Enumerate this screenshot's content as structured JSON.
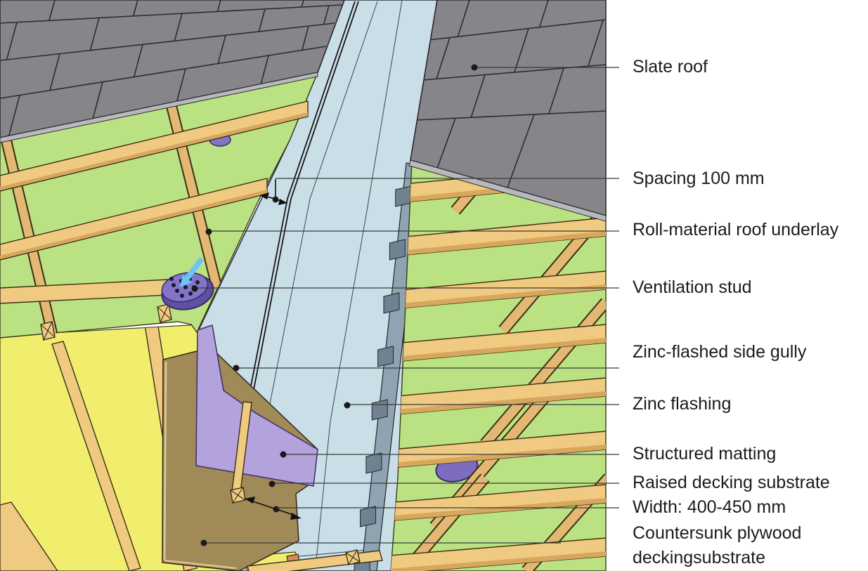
{
  "labels": {
    "slate_roof": "Slate roof",
    "spacing": "Spacing 100 mm",
    "underlay": "Roll-material roof underlay",
    "ventilation_stud": "Ventilation stud",
    "side_gully": "Zinc-flashed side gully",
    "zinc_flashing": "Zinc flashing",
    "structured_matting": "Structured matting",
    "raised_decking": "Raised decking substrate",
    "gully_width": "Width: 400-450 mm",
    "countersunk": "Countersunk plywood deckingsubstrate"
  },
  "dimensions": {
    "batten_spacing_mm": "100",
    "gully_width_mm": "400-450"
  },
  "colors": {
    "slate": "#86868a",
    "slate_edge": "#b9b9bd",
    "underlay_green": "#bbe282",
    "deck_yellow": "#f1ee6e",
    "batten_wood": "#f0ca80",
    "batten_side": "#d8a75e",
    "counter_batten": "#e3b873",
    "zinc_blue": "#cadee8",
    "gully_strip": "#8fa3b2",
    "batten_end": "#6e8292",
    "matting_purple": "#b4a2dc",
    "plywood_brown": "#a08a57",
    "stud_purple": "#8374c6",
    "arrow_blue": "#6cc4f2",
    "orange_rafter": "#d28b56"
  }
}
